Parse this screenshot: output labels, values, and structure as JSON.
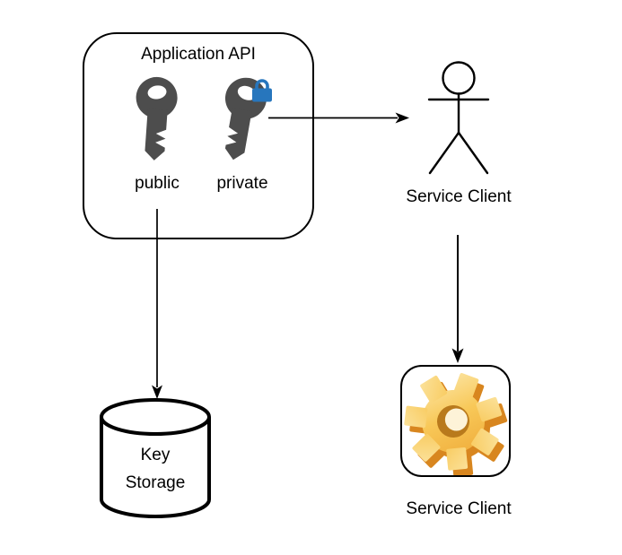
{
  "diagram": {
    "api_box": {
      "title": "Application API",
      "keys": [
        {
          "label": "public",
          "icon": "key-icon"
        },
        {
          "label": "private",
          "icon": "key-icon",
          "badge_icon": "lock-icon"
        }
      ]
    },
    "actor": {
      "label": "Service Client",
      "icon": "stick-figure-icon"
    },
    "storage": {
      "lines": [
        "Key",
        "Storage"
      ],
      "icon": "database-cylinder-icon"
    },
    "service_box": {
      "label": "Service Client",
      "icon": "gear-icon"
    },
    "arrows": [
      {
        "from": "private-key",
        "to": "service-client-actor",
        "direction": "right"
      },
      {
        "from": "public-key",
        "to": "key-storage",
        "direction": "down"
      },
      {
        "from": "service-client-actor",
        "to": "service-client-box",
        "direction": "down"
      }
    ],
    "colors": {
      "key_fill": "#4d4d4d",
      "lock_fill": "#2776bd",
      "line": "#000000",
      "gear_light": "#fdf0c0",
      "gear_mid": "#f8c858",
      "gear_dark": "#eb9e2c",
      "gear_extrude": "#d8861f"
    }
  }
}
